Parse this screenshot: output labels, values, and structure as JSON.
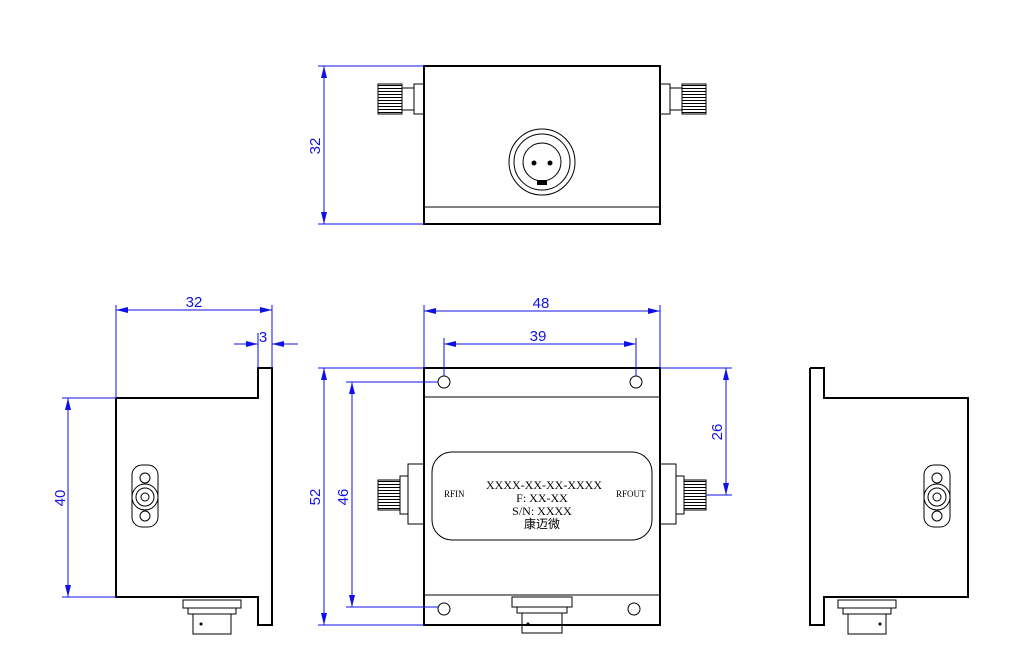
{
  "dimensions": {
    "top_height": "32",
    "side_width": "32",
    "side_flange": "3",
    "side_height": "40",
    "front_width": "48",
    "hole_spacing_x": "39",
    "front_height": "52",
    "hole_spacing_y": "46",
    "connector_offset": "26"
  },
  "front_label": {
    "line1": "XXXX-XX-XX-XXXX",
    "line2": "F: XX-XX",
    "line3": "S/N: XXXX",
    "line4": "康迈微",
    "port_in": "RFIN",
    "port_out": "RFOUT"
  },
  "colors": {
    "dimension": "#1010e8",
    "outline": "#000000"
  }
}
